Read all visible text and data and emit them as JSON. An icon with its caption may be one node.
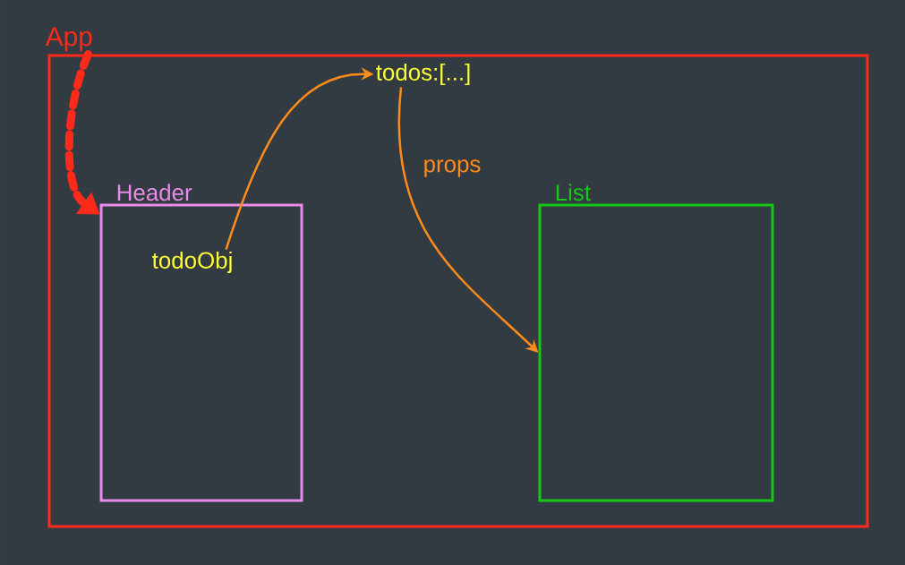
{
  "diagram": {
    "nodes": [
      {
        "text": [
          "App"
        ]
      },
      {
        "text": [
          "todos:[...]"
        ],
        "in": 0
      },
      {
        "text": [
          "Header"
        ],
        "in": 0
      },
      {
        "text": [
          "todoObj"
        ],
        "in": 2
      },
      {
        "text": [
          "List"
        ],
        "in": 0
      }
    ],
    "edges": [
      {
        "from": 0,
        "to": 2,
        "arrow": "to",
        "style": "dashed",
        "color": "#ff2a1a"
      },
      {
        "from": 3,
        "to": 1,
        "arrow": "to"
      },
      {
        "from": 1,
        "to": 4,
        "arrow": "to",
        "label": "props"
      }
    ]
  }
}
